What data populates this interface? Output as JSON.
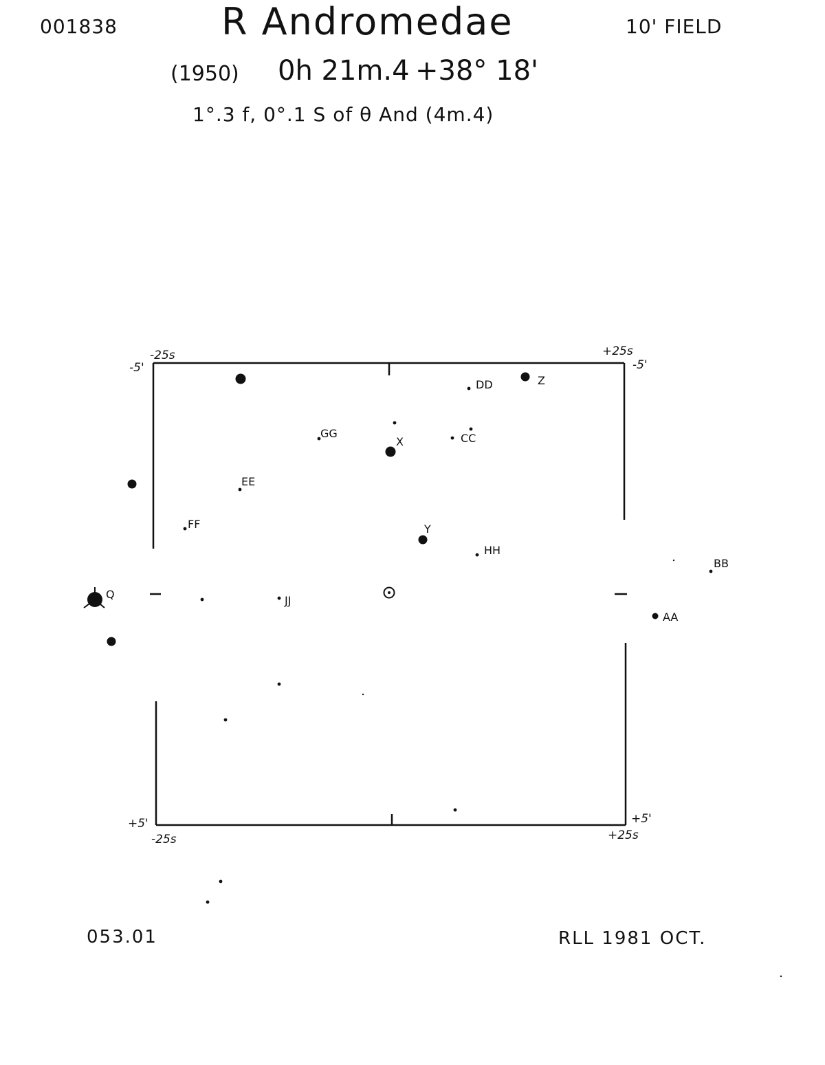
{
  "header": {
    "chart_id": "001838",
    "star_name": "R Andromedae",
    "field": "10' FIELD",
    "epoch": "(1950)",
    "ra": "0h 21m.4",
    "dec": "+38° 18'",
    "offset_note": "1°.3 f, 0°.1 S of θ And (4m.4)"
  },
  "frame_labels": {
    "top_left_dec": "-5'",
    "top_left_ra": "-25s",
    "top_right_ra": "+25s",
    "top_right_dec": "-5'",
    "bottom_left_dec": "+5'",
    "bottom_left_ra": "-25s",
    "bottom_right_dec": "+5'",
    "bottom_right_ra": "+25s"
  },
  "stars": [
    {
      "label": "Z",
      "mag_class": 2
    },
    {
      "label": "DD",
      "mag_class": 4
    },
    {
      "label": "GG",
      "mag_class": 4
    },
    {
      "label": "X",
      "mag_class": 1
    },
    {
      "label": "CC",
      "mag_class": 4
    },
    {
      "label": "EE",
      "mag_class": 4
    },
    {
      "label": "FF",
      "mag_class": 4
    },
    {
      "label": "Y",
      "mag_class": 2
    },
    {
      "label": "HH",
      "mag_class": 4
    },
    {
      "label": "BB",
      "mag_class": 4
    },
    {
      "label": "Q",
      "mag_class": 0
    },
    {
      "label": "JJ",
      "mag_class": 4
    },
    {
      "label": "AA",
      "mag_class": 3
    },
    {
      "label": "",
      "mag_class": 1
    },
    {
      "label": "",
      "mag_class": 2
    },
    {
      "label": "",
      "mag_class": 2
    },
    {
      "label": "",
      "mag_class": 5
    },
    {
      "label": "",
      "mag_class": 5
    },
    {
      "label": "",
      "mag_class": 5
    },
    {
      "label": "",
      "mag_class": 5
    },
    {
      "label": "",
      "mag_class": 5
    },
    {
      "label": "",
      "mag_class": 5
    },
    {
      "label": "",
      "mag_class": 5
    },
    {
      "label": "",
      "mag_class": 5
    },
    {
      "label": "",
      "mag_class": 6
    },
    {
      "label": "",
      "mag_class": 6
    },
    {
      "label": "",
      "mag_class": 6
    }
  ],
  "variable_marker": "R And",
  "footer": {
    "chart_number": "053.01",
    "credit": "RLL 1981 OCT."
  }
}
